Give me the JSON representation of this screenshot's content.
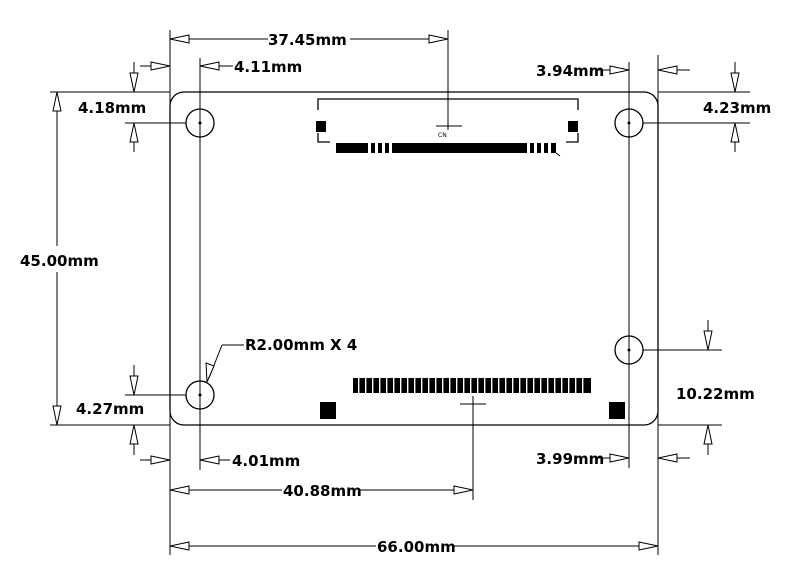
{
  "dimensions": {
    "top_width_to_connector": "37.45mm",
    "top_left_hole_x": "4.11mm",
    "top_right_hole_x": "3.94mm",
    "top_left_hole_y": "4.18mm",
    "top_right_hole_y": "4.23mm",
    "board_height": "45.00mm",
    "hole_radius_note": "R2.00mm X 4",
    "bottom_left_hole_y": "4.27mm",
    "bottom_right_hole_y": "10.22mm",
    "bottom_left_hole_x": "4.01mm",
    "bottom_right_hole_x": "3.99mm",
    "bottom_width_to_connector": "40.88mm",
    "board_width": "66.00mm"
  }
}
